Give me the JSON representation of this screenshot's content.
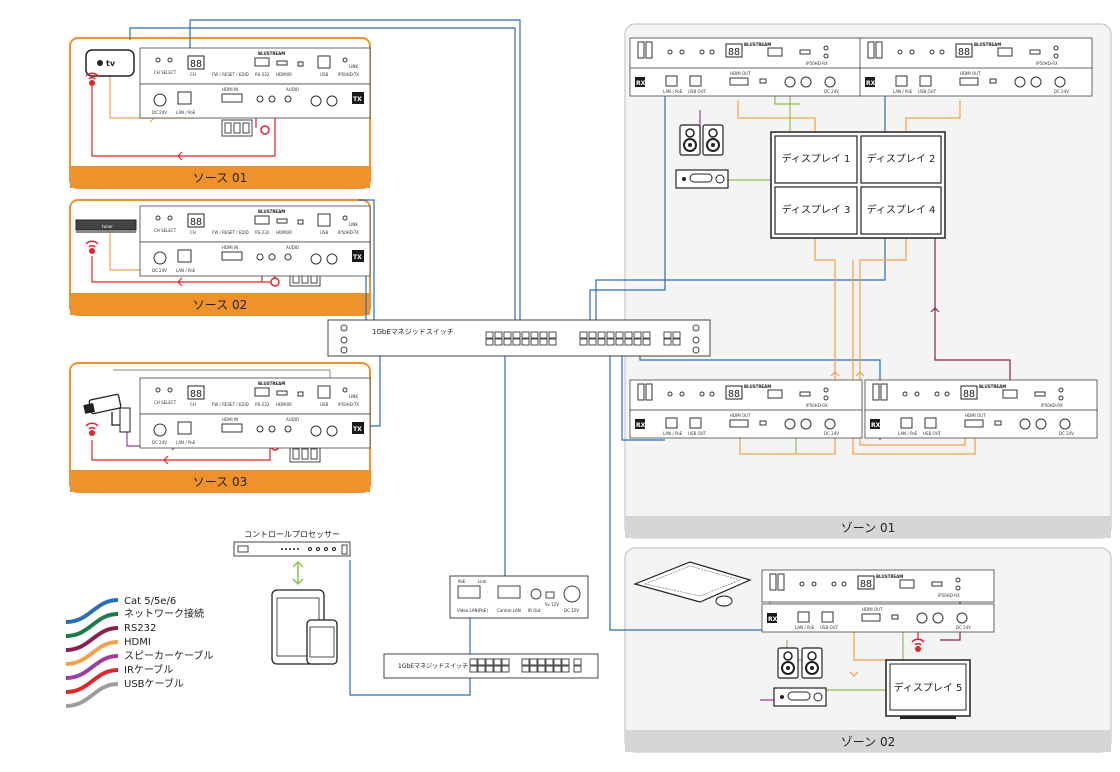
{
  "sources": [
    {
      "label": "ソース 01"
    },
    {
      "label": "ソース 02"
    },
    {
      "label": "ソース 03"
    }
  ],
  "source_tv_text": "tv",
  "source2_device_text": "tuner",
  "tx_unit": {
    "brand": "BLUSTREAM",
    "model": "IP50HD-TX",
    "ch_display": "88",
    "ch_label": "CH",
    "ch_select": "CH SELECT",
    "fw_reset": "FW / RESET / EDID",
    "rs232": "RS-232",
    "hdmi_out_small": "HDMI/IR",
    "usb": "USB",
    "link": "LINK",
    "dc_in": "DC 24V",
    "lan_poe": "LAN / PoE",
    "hdmi_in": "HDMI IN",
    "ir": "IR",
    "audio": "AUDIO",
    "badge": "TX"
  },
  "rx_unit": {
    "brand": "BLUSTREAM",
    "model": "IP50HD-RX",
    "ch_display": "88",
    "lan_poe": "LAN / PoE",
    "usb_out": "USB OUT",
    "hdmi_out": "HDMI OUT",
    "dc_in": "DC 24V",
    "badge": "RX"
  },
  "switch_main": {
    "label": "1GbEマネジッドスイッチ"
  },
  "switch_bottom": {
    "label": "1GbEマネジッドスイッチ"
  },
  "control_processor": {
    "label": "コントロールプロセッサー",
    "ports": {
      "video_lan": "Video LAN(PoE)",
      "control_lan": "Control LAN",
      "ir_out": "IR Out",
      "v12_out": "5v 12V",
      "dc": "DC 12V",
      "poe": "PoE",
      "link": "Link"
    }
  },
  "displays": {
    "d1": "ディスプレイ 1",
    "d2": "ディスプレイ 2",
    "d3": "ディスプレイ 3",
    "d4": "ディスプレイ 4",
    "d5": "ディスプレイ 5"
  },
  "zones": {
    "zone1": "ゾーン 01",
    "zone2": "ゾーン 02"
  },
  "legend": [
    {
      "label": "Cat 5/5e/6",
      "color": "#2a6fb5"
    },
    {
      "label": "ネットワーク接続",
      "color": "#1f7a4a"
    },
    {
      "label": "RS232",
      "color": "#8b1f4d"
    },
    {
      "label": "HDMI",
      "color": "#f2a24a"
    },
    {
      "label": "スピーカーケーブル",
      "color": "#9a3fa0"
    },
    {
      "label": "IRケーブル",
      "color": "#e0262b"
    },
    {
      "label": "USBケーブル",
      "color": "#9d9d9d"
    }
  ],
  "colors": {
    "source_border": "#f0922b",
    "source_band": "#f0922b",
    "zone_bg": "#f2f2f2",
    "zone_band": "#d6d6d6",
    "cat": "#2a6fb5",
    "hdmi": "#f2a24a",
    "rs232": "#8b1f4d",
    "ir": "#e0262b",
    "speaker": "#9a3fa0",
    "usb": "#9d9d9d",
    "network": "#1f7a4a",
    "green_audio": "#8cc152"
  }
}
